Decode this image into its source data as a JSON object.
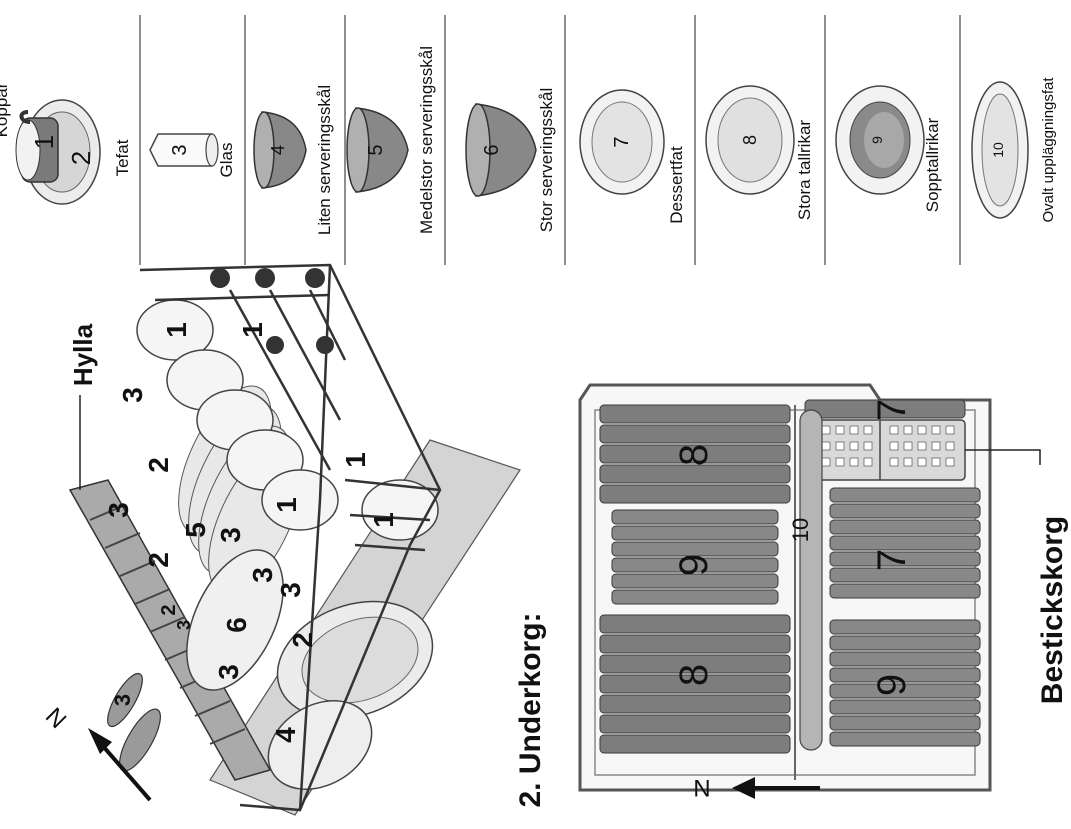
{
  "legend": {
    "items": [
      {
        "num": "1",
        "num2": "2",
        "label": "Koppar"
      },
      {
        "num": "",
        "label": "Tefat"
      },
      {
        "num": "3",
        "label": "Glas"
      },
      {
        "num": "4",
        "label": "Liten serveringsskål"
      },
      {
        "num": "5",
        "label": "Medelstor serveringsskål"
      },
      {
        "num": "6",
        "label": "Stor serveringsskål"
      },
      {
        "num": "7",
        "label": "Dessertfat"
      },
      {
        "num": "8",
        "label": "Stora tallrikar"
      },
      {
        "num": "9",
        "label": "Sopptallrikar"
      },
      {
        "num": "10",
        "label": "Ovalt uppläggningsfat"
      }
    ]
  },
  "upper_basket": {
    "shelf_label": "Hylla",
    "arrow_label": "N",
    "numbers": [
      "1",
      "1",
      "1",
      "1",
      "1",
      "2",
      "2",
      "2",
      "2",
      "3",
      "3",
      "3",
      "3",
      "3",
      "3",
      "3",
      "3",
      "4",
      "5",
      "6"
    ]
  },
  "lower_basket": {
    "title": "2. Underkorg:",
    "cutlery_label": "Bestickskorg",
    "arrow_label": "N",
    "numbers": [
      "8",
      "9",
      "8",
      "7",
      "10",
      "7",
      "9"
    ]
  }
}
